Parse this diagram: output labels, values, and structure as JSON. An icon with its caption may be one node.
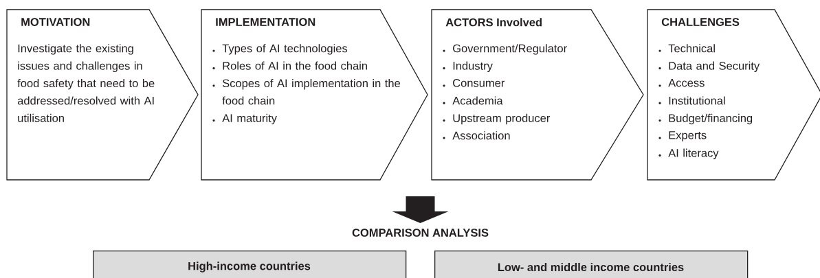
{
  "diagram": {
    "nodes": [
      {
        "text": [
          "MOTIVATION",
          "Investigate the existing issues and challenges in food safety that need to be addressed/resolved with AI utilisation"
        ]
      },
      {
        "text": [
          "IMPLEMENTATION",
          "Types of AI technologies",
          "Roles of AI in the food chain",
          "Scopes of AI implementation in the food chain",
          "AI maturity"
        ]
      },
      {
        "text": [
          "ACTORS Involved",
          "Government/Regulator",
          "Industry",
          "Consumer",
          "Academia",
          "Upstream producer",
          "Association"
        ]
      },
      {
        "text": [
          "CHALLENGES",
          "Technical",
          "Data and Security",
          "Access",
          "Institutional",
          "Budget/financing",
          "Experts",
          "AI literacy"
        ]
      },
      {
        "text": [
          "COMPARISON ANALYSIS"
        ]
      },
      {
        "text": [
          "High-income countries"
        ]
      },
      {
        "text": [
          "Low- and middle income countries"
        ]
      }
    ],
    "edges": [
      {
        "from": null,
        "to": 4,
        "arrow": "to"
      }
    ]
  }
}
